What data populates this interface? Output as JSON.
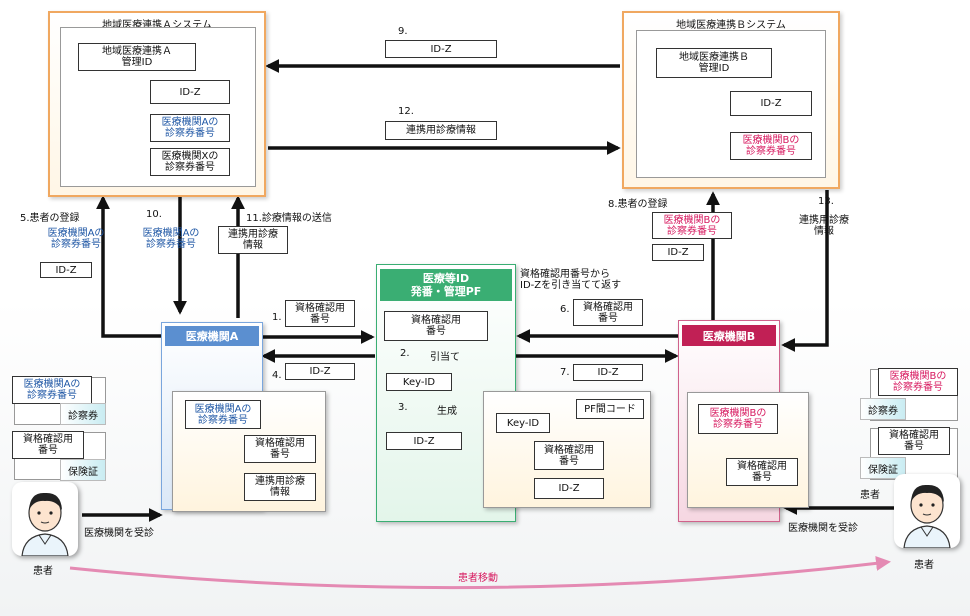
{
  "colors": {
    "system_border": "#f0a860",
    "hospital_a": "#5b8fd0",
    "pf": "#3aae73",
    "hospital_b": "#c12055",
    "blue_text": "#1f57a5",
    "red_text": "#d7195f",
    "patient_move": "#e48ab3"
  },
  "system_a": {
    "title": "地域医療連携Ａシステム",
    "mgmt_id": "地域医療連携Ａ\n管理ID",
    "idz": "ID-Z",
    "card_a": "医療機関Aの\n診察券番号",
    "card_x": "医療機関Xの\n診察券番号"
  },
  "system_b": {
    "title": "地域医療連携Ｂシステム",
    "mgmt_id": "地域医療連携Ｂ\n管理ID",
    "idz": "ID-Z",
    "card_b": "医療機関Bの\n診察券番号"
  },
  "steps": {
    "s1": "1.",
    "s1_box": "資格確認用\n番号",
    "s2": "2.",
    "s2_text": "引当て",
    "s3": "3.",
    "s3_text": "生成",
    "s4": "4.",
    "s4_box": "ID-Z",
    "s5": "5.患者の登録",
    "s5_box": "医療機関Aの\n診察券番号",
    "s5_idz": "ID-Z",
    "s6": "6.",
    "s6_box": "資格確認用\n番号",
    "s6_note": "資格確認用番号から\nID-Zを引き当てて返す",
    "s7": "7.",
    "s7_box": "ID-Z",
    "s8": "8.患者の登録",
    "s8_box": "医療機関Bの\n診察券番号",
    "s8_idz": "ID-Z",
    "s9": "9.",
    "s9_box": "ID-Z",
    "s10": "10.",
    "s10_box": "医療機関Aの\n診察券番号",
    "s11": "11.診療情報の送信",
    "s11_box": "連携用診療\n情報",
    "s12": "12.",
    "s12_box": "連携用診療情報",
    "s13": "13.",
    "s13_box": "連携用診療\n情報"
  },
  "pf": {
    "header": "医療等ID\n発番・管理PF",
    "qual": "資格確認用\n番号",
    "keyid": "Key-ID",
    "idz": "ID-Z",
    "panel_keyid": "Key-ID",
    "pf_code": "PF間コード",
    "panel_qual": "資格確認用\n番号",
    "panel_idz": "ID-Z"
  },
  "hospital_a": {
    "header": "医療機関A",
    "card": "医療機関Aの\n診察券番号",
    "qual": "資格確認用\n番号",
    "info": "連携用診療\n情報"
  },
  "hospital_b": {
    "header": "医療機関B",
    "card": "医療機関Bの\n診察券番号",
    "qual": "資格確認用\n番号"
  },
  "patient_a": {
    "card_label": "医療機関Aの\n診察券番号",
    "card_tag": "診察券",
    "qual_label": "資格確認用\n番号",
    "qual_tag": "保険証",
    "name": "患者",
    "visit": "医療機関を受診"
  },
  "patient_b": {
    "card_label": "医療機関Bの\n診察券番号",
    "card_tag": "診察券",
    "qual_label": "資格確認用\n番号",
    "qual_tag": "保険証",
    "name_top": "患者",
    "name": "患者",
    "visit": "医療機関を受診"
  },
  "movement": "患者移動"
}
